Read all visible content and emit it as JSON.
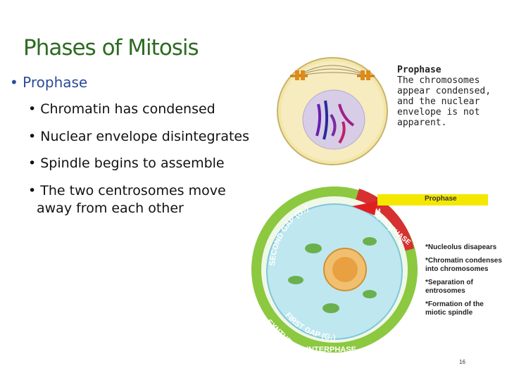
{
  "slide": {
    "title": "Phases of Mitosis",
    "bullet_main": "• Prophase",
    "sub_bullets": [
      "• Chromatin has condensed",
      "• Nuclear envelope disintegrates",
      "• Spindle begins to assemble",
      "• The two centrosomes move away from each other"
    ],
    "page_number": "16"
  },
  "figure_caption": {
    "title": "Prophase",
    "text": "The chromosomes appear condensed, and the nuclear envelope is not apparent."
  },
  "cycle_diagram": {
    "banner_label": "Prophase",
    "ring_labels": {
      "g2": "SECOND GAP (G₂)",
      "mitotic": "MITOTIC PHASE",
      "synthesis": "SYNTHESIS",
      "g1": "FIRST GAP (G₁)",
      "interphase": "INTERPHASE",
      "m": "M",
      "a": "A",
      "t": "T"
    },
    "notes": [
      "*Nucleolus disapears",
      "*Chromatin condenses into chromosomes",
      "*Separation of entrosomes",
      "*Formation of the miotic spindle"
    ]
  }
}
